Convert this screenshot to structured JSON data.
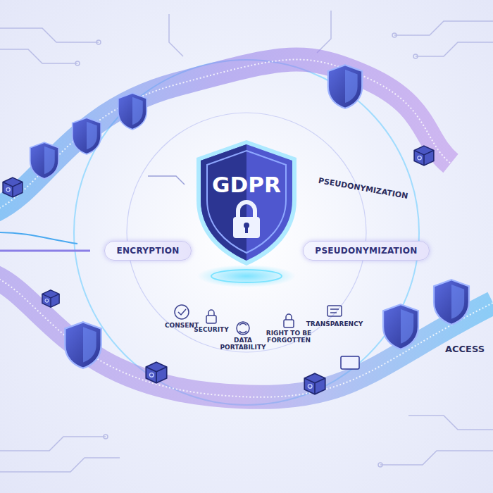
{
  "diagram": {
    "nodes": [
      {
        "text": [
          "GDPR"
        ]
      },
      {
        "text": [
          "ENCRYPTION"
        ]
      },
      {
        "text": [
          "PSEUDONYMIZATION"
        ]
      }
    ],
    "labels": [
      "PSEUDONYMIZATION",
      "CONSENT",
      "SECURITY",
      "DATA PORTABILITY",
      "RIGHT TO BE FORGOTTEN",
      "TRANSPARENCY",
      "ACCESS"
    ]
  }
}
